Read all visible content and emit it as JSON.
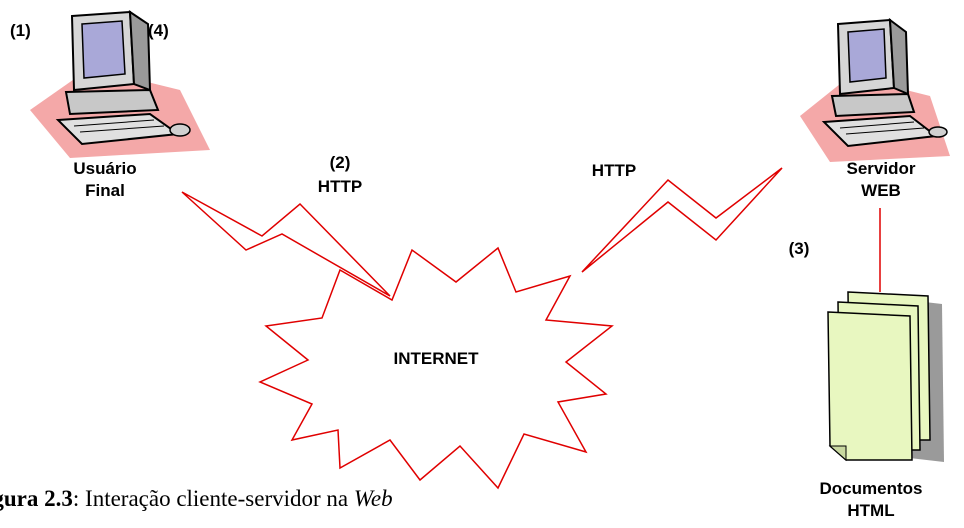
{
  "labels": {
    "step1": "(1)",
    "step4": "(4)",
    "user_line1": "Usuário",
    "user_line2": "Final",
    "step2": "(2)",
    "http_left": "HTTP",
    "http_right": "HTTP",
    "server_line1": "Servidor",
    "server_line2": "WEB",
    "step3": "(3)",
    "internet": "INTERNET",
    "docs_line1": "Documentos",
    "docs_line2": "HTML"
  },
  "caption": {
    "bold": "igura 2.3",
    "text": ": Interação cliente-servidor na ",
    "italic": "Web"
  },
  "colors": {
    "line": "#e00000",
    "shadow": "#f4a8a8",
    "doc_fill": "#e8f7c0",
    "doc_shadow": "#9a9a9a"
  },
  "icons": [
    "computer-icon",
    "lightning-link-icon",
    "cloud-burst-icon",
    "documents-stack-icon"
  ]
}
